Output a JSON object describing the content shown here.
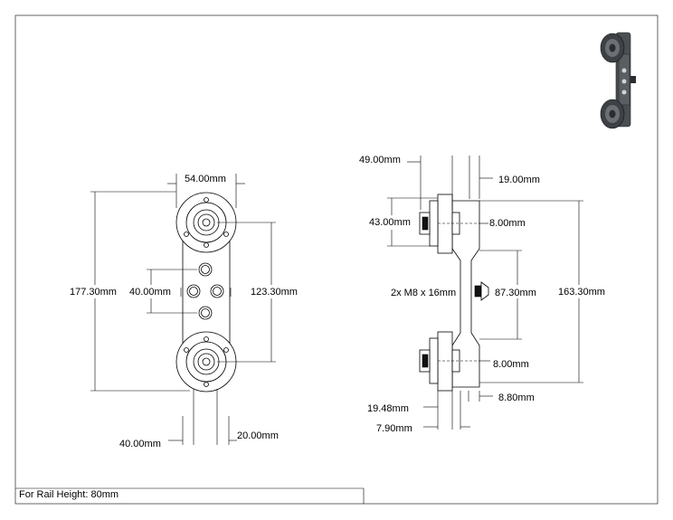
{
  "drawing": {
    "note": "For Rail Height: 80mm",
    "front_view": {
      "width_top": "54.00mm",
      "overall_height": "177.30mm",
      "hole_spacing_v": "40.00mm",
      "wheel_centers": "123.30mm",
      "bottom_left": "40.00mm",
      "bottom_right": "20.00mm"
    },
    "side_view": {
      "top_left": "49.00mm",
      "top_right": "19.00mm",
      "wheel_height": "43.00mm",
      "upper_offset": "8.00mm",
      "bolts": "2x M8 x 16mm",
      "bolt_spacing": "87.30mm",
      "overall_height": "163.30mm",
      "lower_offset": "8.00mm",
      "bottom_left": "19.48mm",
      "bottom_right": "8.80mm",
      "bottom_small": "7.90mm"
    }
  },
  "colors": {
    "line": "#000000",
    "part_fill": "#ffffff",
    "dark_fill": "#111111",
    "render_fill": "#5a5e63"
  }
}
